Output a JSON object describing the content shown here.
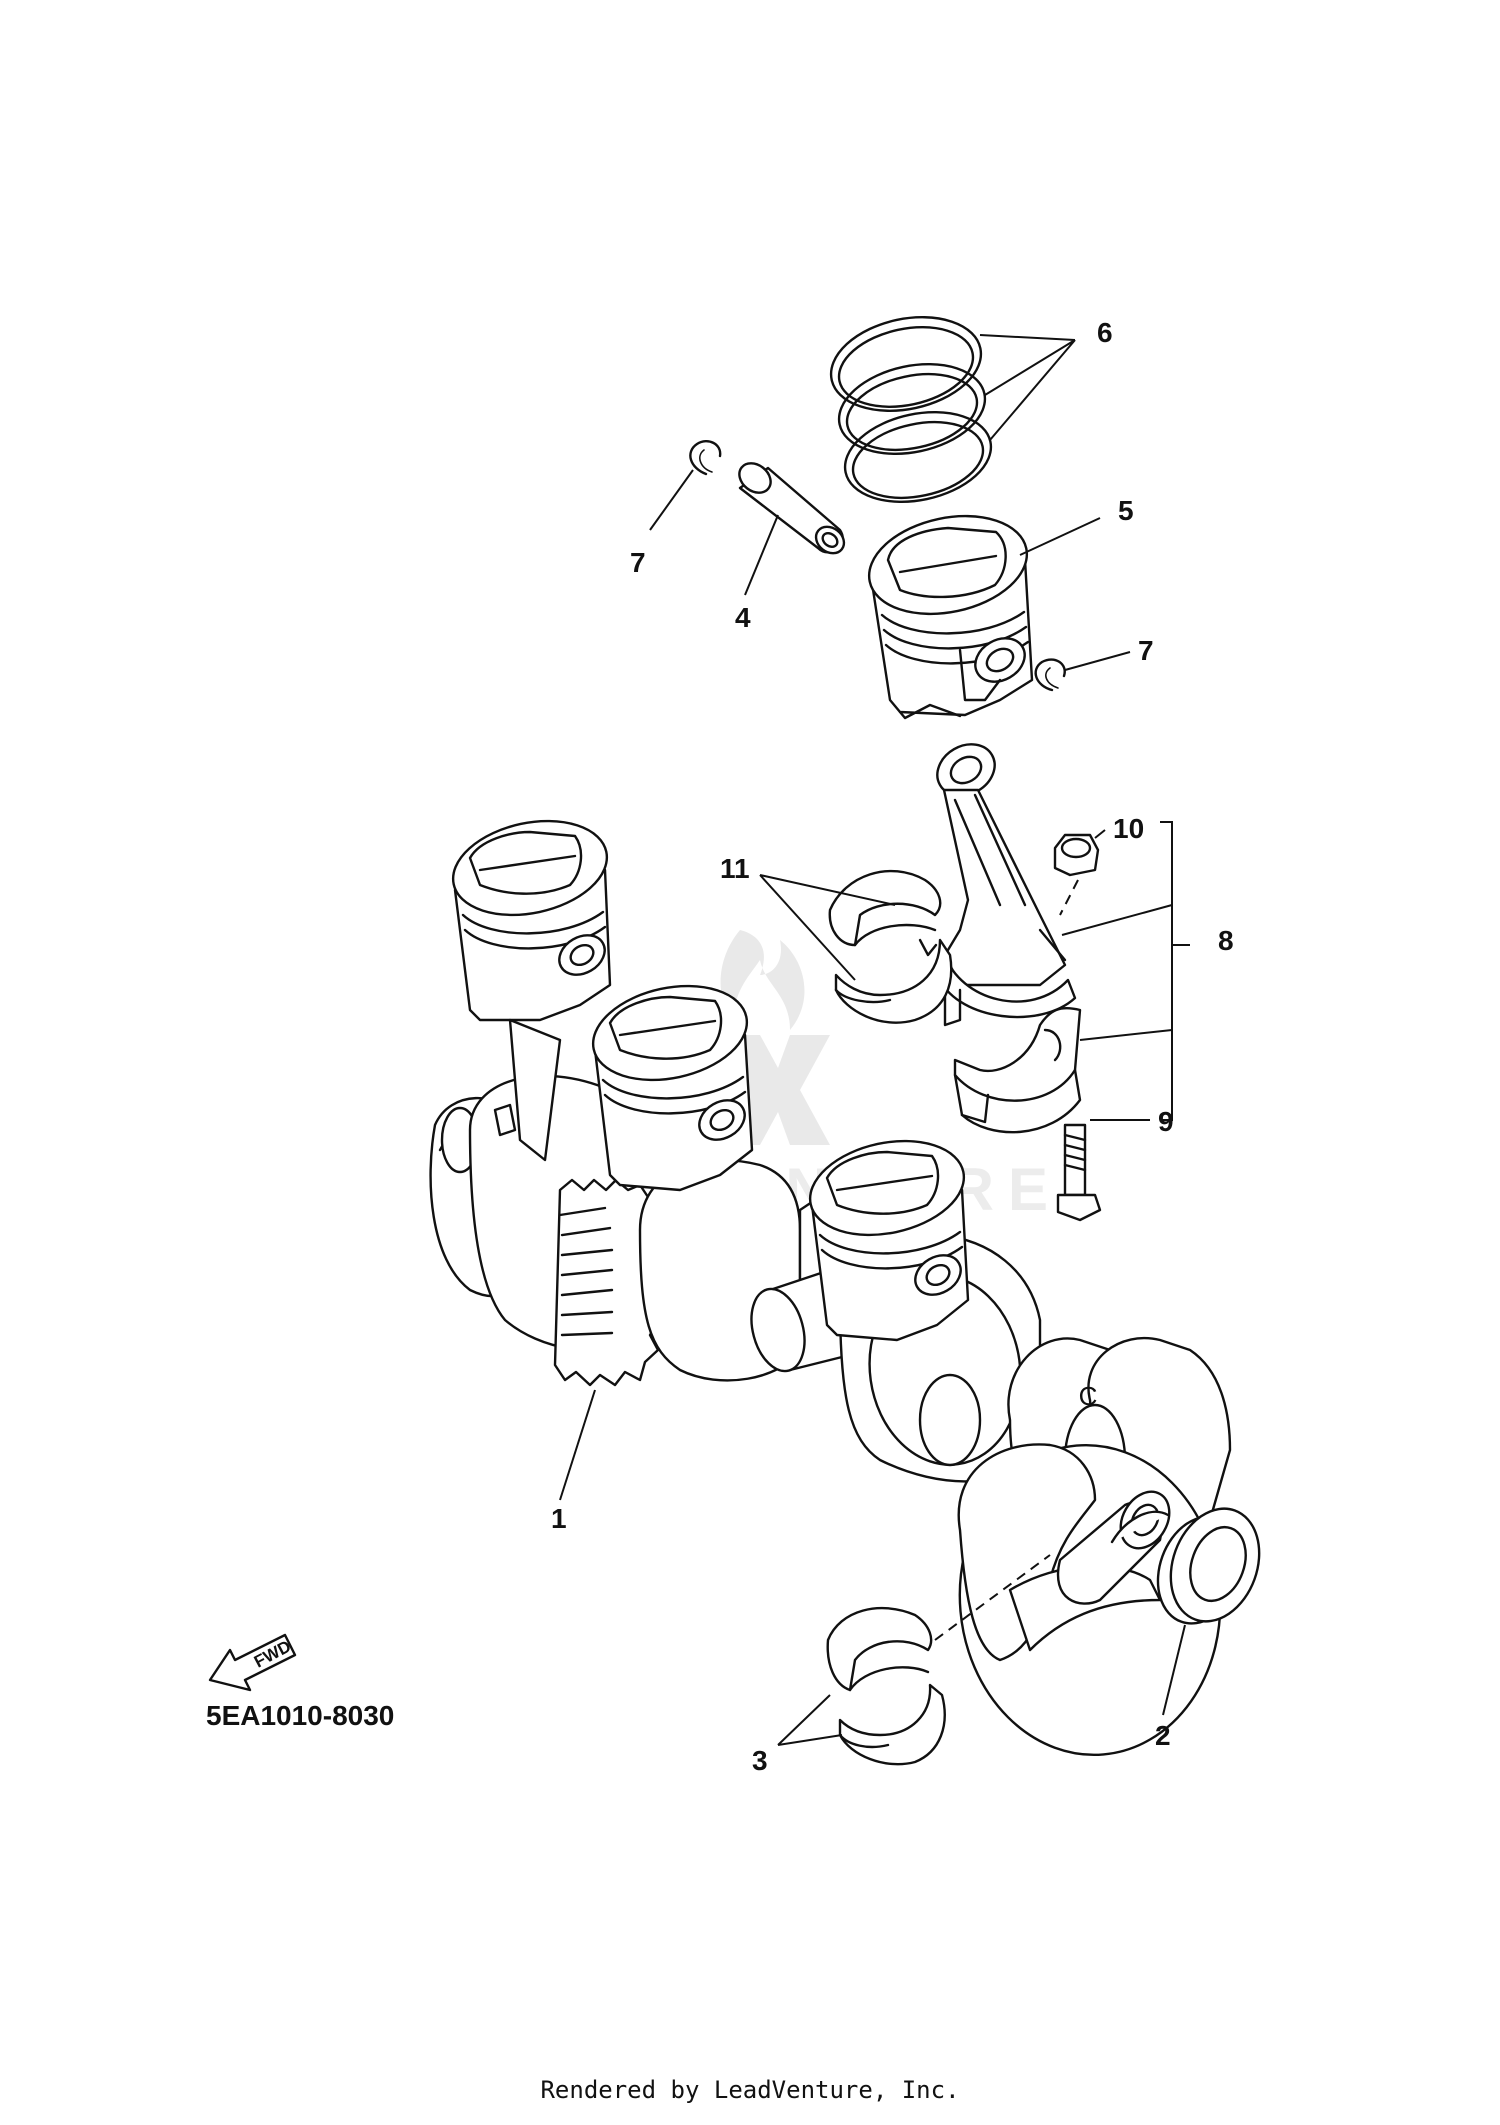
{
  "diagram": {
    "code": "5EA1010-8030",
    "footer": "Rendered by LeadVenture, Inc.",
    "fwd_label": "FWD",
    "watermark": "LEADVENTURE",
    "callouts": [
      "1",
      "2",
      "3",
      "4",
      "5",
      "6",
      "7",
      "7",
      "8",
      "9",
      "10",
      "11"
    ],
    "letter_c": "C"
  }
}
